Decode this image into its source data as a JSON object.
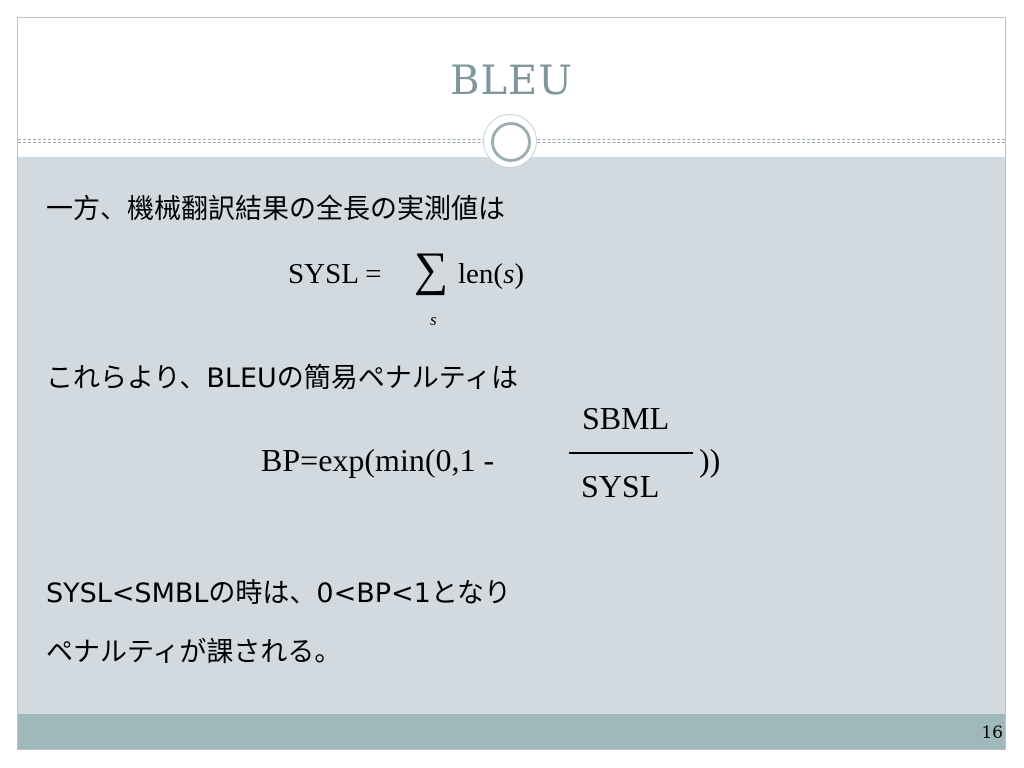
{
  "slide": {
    "title": "BLEU",
    "page_number": "16"
  },
  "body": {
    "line1": "一方、機械翻訳結果の全長の実測値は",
    "line2": "これらより、BLEUの簡易ペナルティは",
    "line3": "SYSL<SMBLの時は、0<BP<1となり",
    "line4": "ペナルティが課される。"
  },
  "formula1": {
    "lhs": "SYSL =",
    "sigma": "∑",
    "subscript": "s",
    "body_prefix": "len(",
    "body_var": "s",
    "body_suffix": ")"
  },
  "formula2": {
    "prefix": "BP=exp(min(0,1 -",
    "numerator": "SBML",
    "denominator": "SYSL",
    "suffix": "))"
  }
}
